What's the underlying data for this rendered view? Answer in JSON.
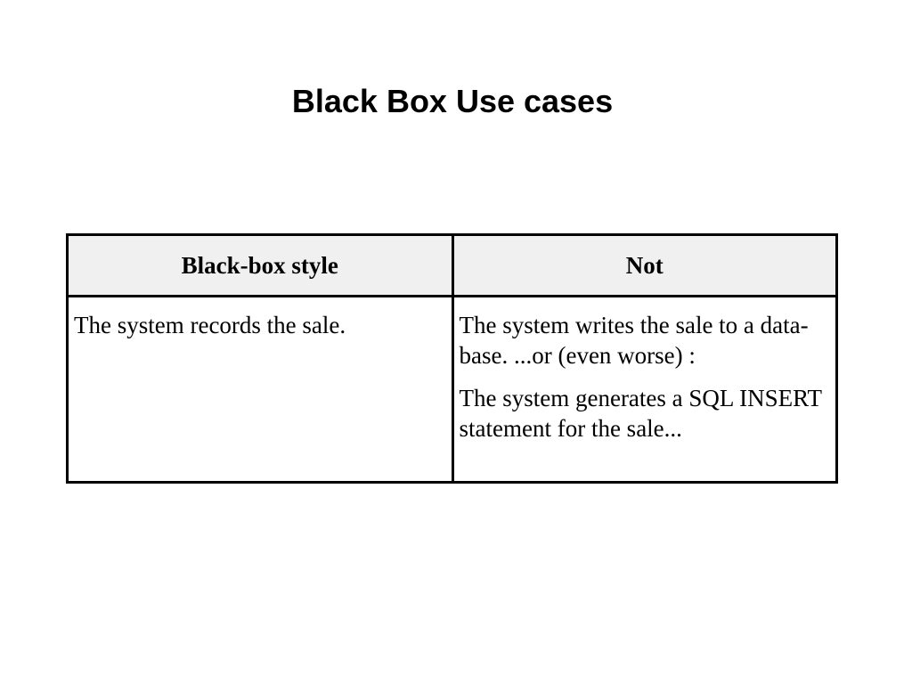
{
  "slide": {
    "title": "Black Box Use cases"
  },
  "table": {
    "headers": [
      "Black-box style",
      "Not"
    ],
    "rows": [
      {
        "black_box": "The system records the sale.",
        "not": [
          "The system writes the sale to a data-base. ...or (even worse) :",
          "The system generates a SQL INSERT statement for the sale..."
        ]
      }
    ]
  },
  "colors": {
    "text": "#000000",
    "header_bg": "#f0f0f0",
    "border": "#000000",
    "background": "#ffffff"
  }
}
